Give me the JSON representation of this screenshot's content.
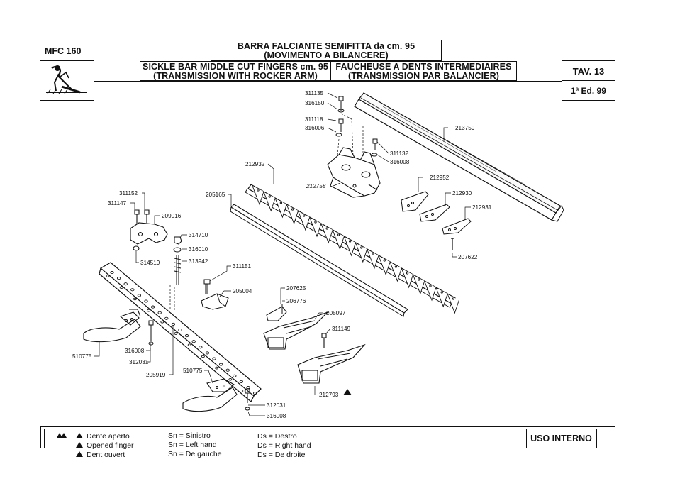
{
  "header": {
    "model": "MFC 160",
    "title_it_1": "BARRA FALCIANTE SEMIFITTA da cm. 95",
    "title_it_2": "(MOVIMENTO A BILANCERE)",
    "title_en_1": "SICKLE BAR MIDDLE CUT FINGERS cm. 95",
    "title_en_2": "(TRANSMISSION WITH ROCKER ARM)",
    "title_fr_1": "FAUCHEUSE A DENTS INTERMEDIAIRES",
    "title_fr_2": "(TRANSMISSION PAR BALANCIER)",
    "table": "TAV. 13",
    "edition": "1ª Ed. 99"
  },
  "parts": [
    {
      "id": "p1",
      "code": "311135"
    },
    {
      "id": "p2",
      "code": "316150"
    },
    {
      "id": "p3",
      "code": "311118"
    },
    {
      "id": "p4",
      "code": "316006"
    },
    {
      "id": "p5",
      "code": "311132"
    },
    {
      "id": "p6",
      "code": "316008"
    },
    {
      "id": "p7",
      "code": "212932"
    },
    {
      "id": "p8",
      "code": "212758"
    },
    {
      "id": "p9",
      "code": "213759"
    },
    {
      "id": "p10",
      "code": "212952"
    },
    {
      "id": "p11",
      "code": "212930"
    },
    {
      "id": "p12",
      "code": "212931"
    },
    {
      "id": "p13",
      "code": "207622"
    },
    {
      "id": "p14",
      "code": "205165"
    },
    {
      "id": "p15",
      "code": "311152"
    },
    {
      "id": "p16",
      "code": "311147"
    },
    {
      "id": "p17",
      "code": "209016"
    },
    {
      "id": "p18",
      "code": "314710"
    },
    {
      "id": "p19",
      "code": "316010"
    },
    {
      "id": "p20",
      "code": "313942"
    },
    {
      "id": "p21",
      "code": "314519"
    },
    {
      "id": "p22",
      "code": "311151"
    },
    {
      "id": "p23",
      "code": "205004"
    },
    {
      "id": "p24",
      "code": "207625"
    },
    {
      "id": "p25",
      "code": "206776"
    },
    {
      "id": "p26",
      "code": "205097"
    },
    {
      "id": "p27",
      "code": "311149"
    },
    {
      "id": "p28",
      "code": "316008"
    },
    {
      "id": "p29",
      "code": "312031"
    },
    {
      "id": "p30",
      "code": "510775"
    },
    {
      "id": "p31",
      "code": "205919"
    },
    {
      "id": "p32",
      "code": "510775"
    },
    {
      "id": "p33",
      "code": "312031"
    },
    {
      "id": "p34",
      "code": "316008"
    },
    {
      "id": "p35",
      "code": "212793"
    }
  ],
  "legend": {
    "finger_it": "Dente aperto",
    "finger_en": "Opened finger",
    "finger_fr": "Dent ouvert",
    "sn_it": "Sn = Sinistro",
    "sn_en": "Sn = Left hand",
    "sn_fr": "Sn = De gauche",
    "ds_it": "Ds = Destro",
    "ds_en": "Ds = Right hand",
    "ds_fr": "Ds = De droite",
    "internal_use": "USO INTERNO"
  },
  "colors": {
    "ink": "#111111",
    "paper": "#ffffff"
  },
  "icons": {
    "triangle": "filled-triangle-marker",
    "logo": "mower-operator-logo"
  }
}
